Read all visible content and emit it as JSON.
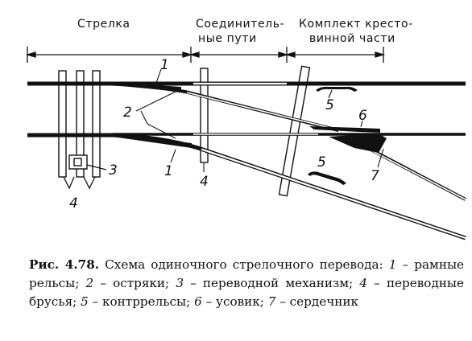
{
  "headers": {
    "switch": "Стрелка",
    "connecting_1": "Соединитель-",
    "connecting_2": "ные пути",
    "crossing_1": "Комплект кресто-",
    "crossing_2": "винной части"
  },
  "callouts": {
    "stock_rail_top": "1",
    "stock_rail_bottom": "1",
    "switch_points": "2",
    "switch_machine": "3",
    "sleepers_left": "4",
    "sleepers_mid": "4",
    "check_rail_top": "5",
    "check_rail_bottom": "5",
    "wing_rail": "6",
    "frog": "7"
  },
  "caption": {
    "label": "Рис. 4.78.",
    "title": "Схема одиночного стрелочного перевода:",
    "items": [
      {
        "num": "1",
        "text": "рамные рельсы;"
      },
      {
        "num": "2",
        "text": "остряки;"
      },
      {
        "num": "3",
        "text": "переводной механизм;"
      },
      {
        "num": "4",
        "text": "переводные брусья;"
      },
      {
        "num": "5",
        "text": "контррельсы;"
      },
      {
        "num": "6",
        "text": "усовик;"
      },
      {
        "num": "7",
        "text": "сердечник"
      }
    ]
  }
}
